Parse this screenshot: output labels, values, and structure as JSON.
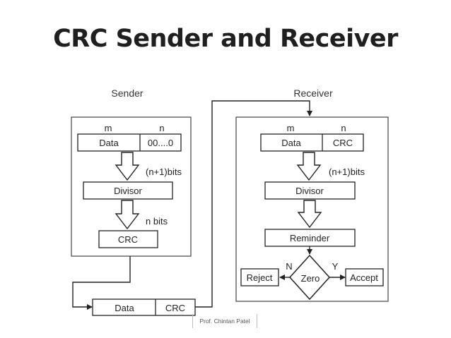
{
  "title": "CRC Sender and Receiver",
  "footer": "Prof. Chintan Patel",
  "sender": {
    "heading": "Sender",
    "label_m": "m",
    "label_n": "n",
    "data": "Data",
    "zeros": "00....0",
    "n1bits": "(n+1)bits",
    "divisor": "Divisor",
    "nbits": "n bits",
    "crc": "CRC"
  },
  "receiver": {
    "heading": "Receiver",
    "label_m": "m",
    "label_n": "n",
    "data": "Data",
    "crc": "CRC",
    "n1bits": "(n+1)bits",
    "divisor": "Divisor",
    "reminder": "Reminder",
    "zero": "Zero",
    "no": "N",
    "yes": "Y",
    "reject": "Reject",
    "accept": "Accept"
  },
  "transmission": {
    "data": "Data",
    "crc": "CRC"
  }
}
